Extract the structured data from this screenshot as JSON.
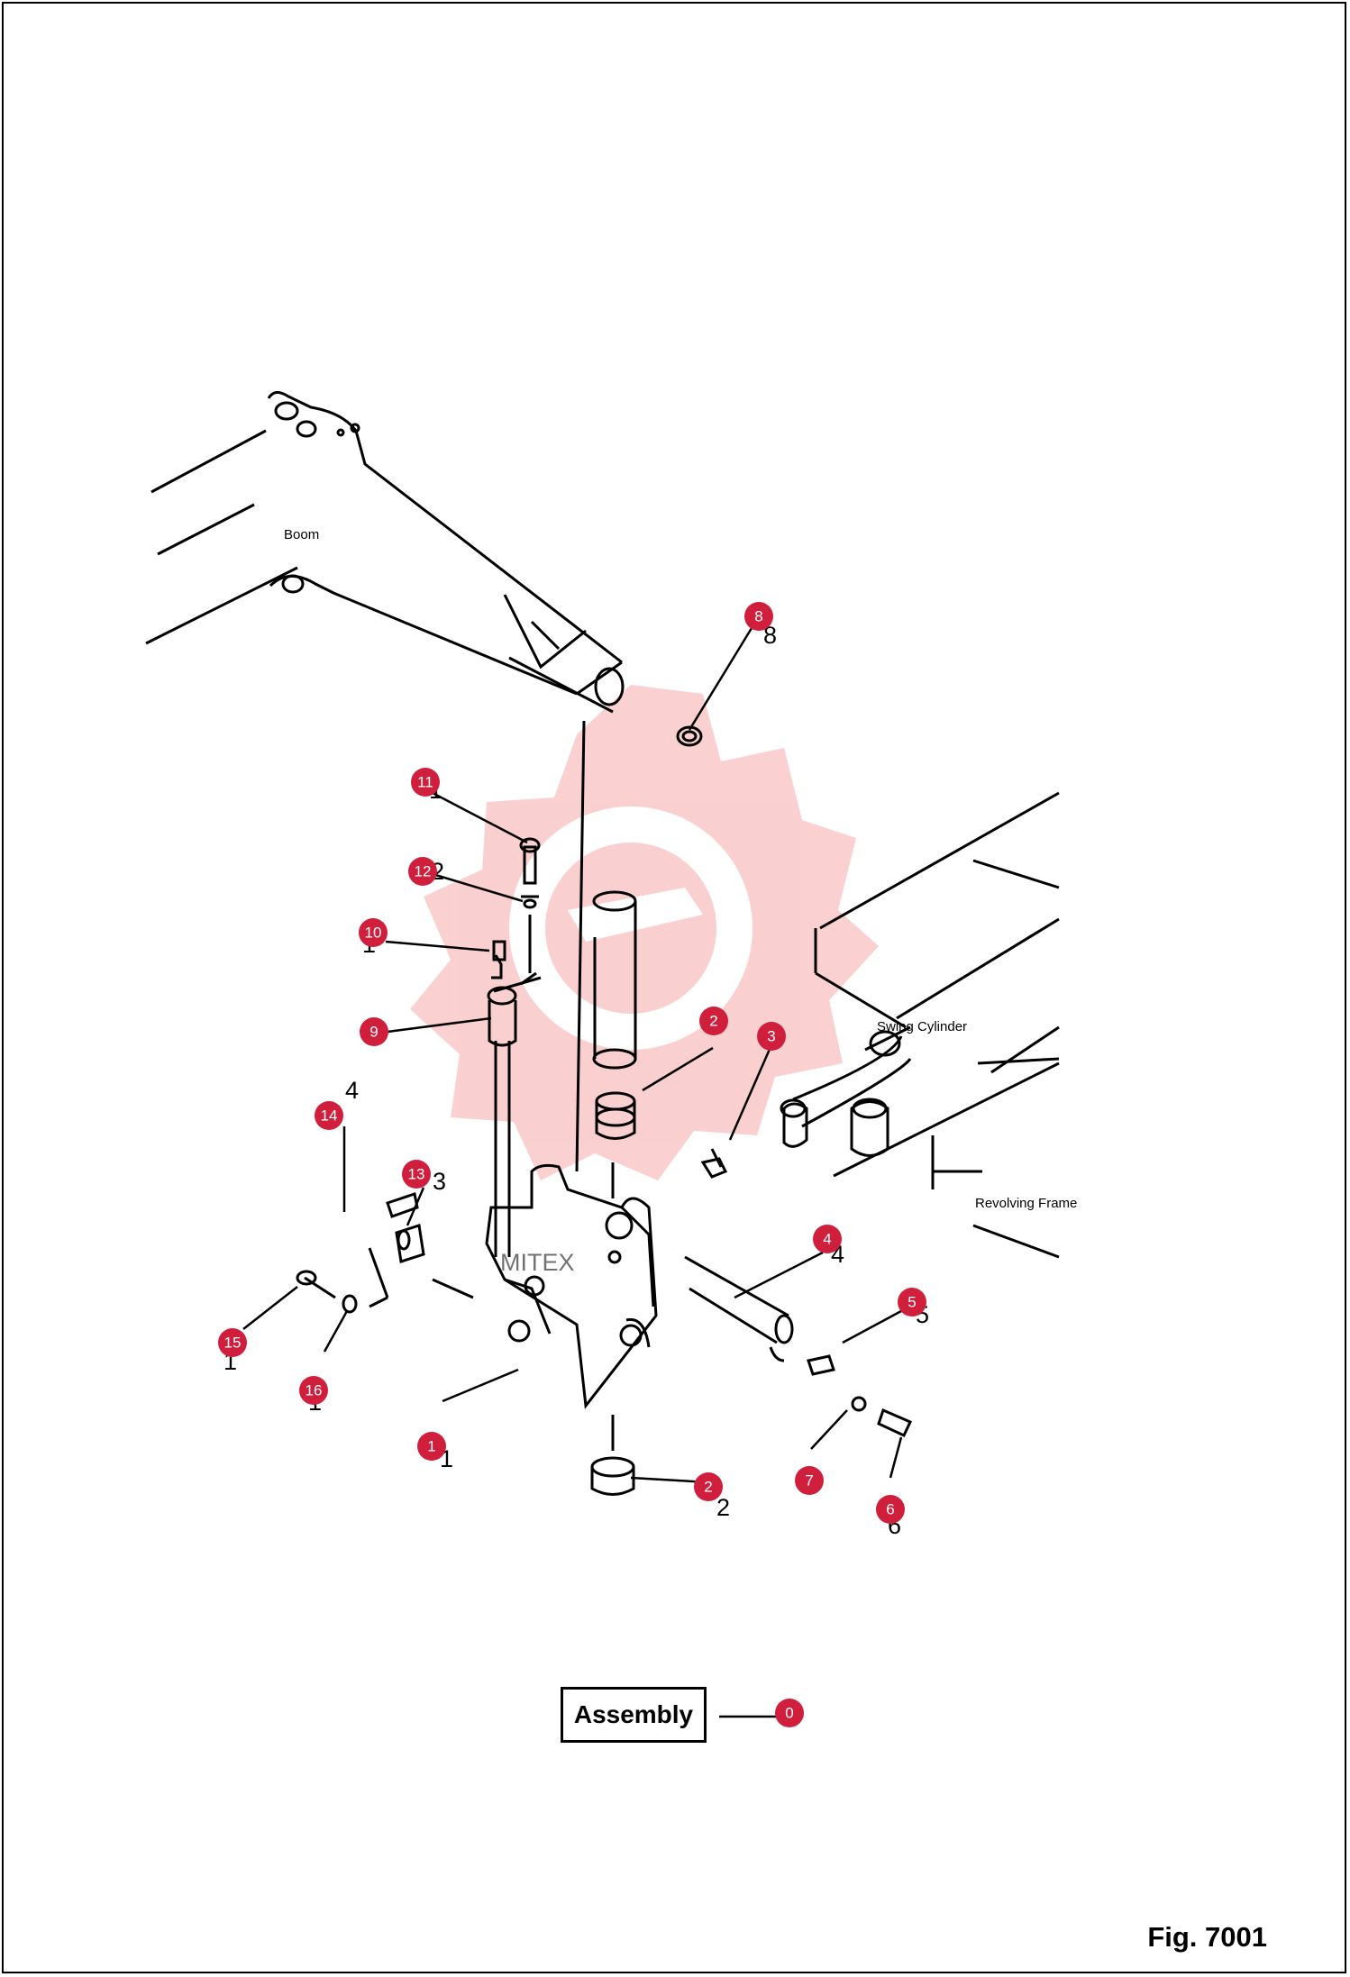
{
  "figure": {
    "number_label": "Fig. 7001"
  },
  "labels": {
    "boom": "Boom",
    "swing_cylinder": "Swing Cylinder",
    "revolving_frame": "Revolving Frame"
  },
  "assembly": {
    "label": "Assembly",
    "callout": "0"
  },
  "watermark": {
    "text": "MITEX",
    "color": "#f26d6d"
  },
  "callout_color": "#d01f3c",
  "callouts": [
    "8",
    "11",
    "12",
    "10",
    "9",
    "2",
    "3",
    "14",
    "13",
    "4",
    "5",
    "15",
    "16",
    "1",
    "7",
    "2",
    "6"
  ]
}
